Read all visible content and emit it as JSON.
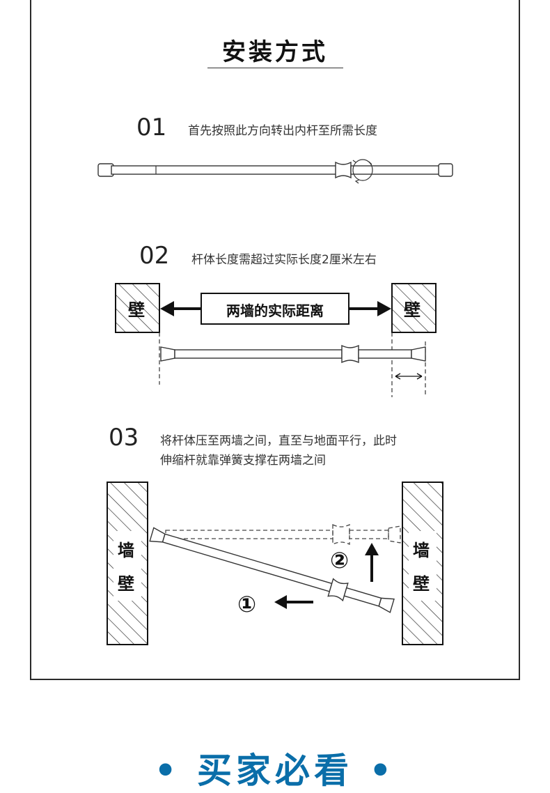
{
  "title": "安装方式",
  "steps": [
    {
      "num": "01",
      "text": "首先按照此方向转出内杆至所需长度"
    },
    {
      "num": "02",
      "text": "杆体长度需超过实际长度2厘米左右"
    },
    {
      "num": "03",
      "text_line1": "将杆体压至两墙之间，直至与地面平行，此时",
      "text_line2": "伸缩杆就靠弹簧支撑在两墙之间"
    }
  ],
  "diagram2": {
    "wall_label": "壁",
    "distance_label": "两墙的实际距离"
  },
  "diagram3": {
    "wall_char1": "墙",
    "wall_char2": "壁",
    "marker1": "①",
    "marker2": "②"
  },
  "banner": "• 买家必看 •",
  "colors": {
    "accent": "#0a6ea9",
    "line": "#333333"
  }
}
